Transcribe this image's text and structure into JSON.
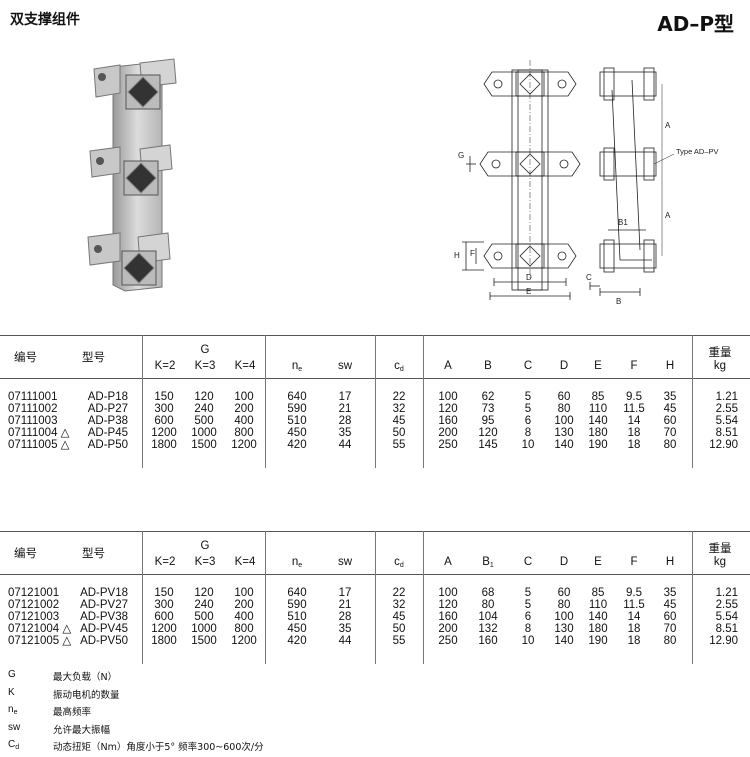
{
  "header": {
    "title": "双支撑组件",
    "model": "AD–P型"
  },
  "drawing": {
    "labels": {
      "G": "G",
      "A_top": "A",
      "A_bottom": "A",
      "type_note": "Type AD–PV",
      "B1": "B1",
      "D": "D",
      "E": "E",
      "H": "H",
      "F": "F",
      "C": "C",
      "B": "B"
    }
  },
  "table_headers": {
    "code": "编号",
    "model": "型号",
    "G": "G",
    "k2": "K=2",
    "k3": "K=3",
    "k4": "K=4",
    "ne": "n",
    "ne_sub": "e",
    "sw": "sw",
    "cd": "c",
    "cd_sub": "d",
    "A": "A",
    "C": "C",
    "D": "D",
    "E": "E",
    "F": "F",
    "H": "H",
    "weight": "重量",
    "weight_unit": "kg"
  },
  "table1": {
    "B_header": "B",
    "B_sub": "",
    "rows": [
      [
        "07111001",
        "AD-P18",
        "150",
        "120",
        "100",
        "640",
        "17",
        "22",
        "100",
        "62",
        "5",
        "60",
        "85",
        "9.5",
        "35",
        "1.21"
      ],
      [
        "07111002",
        "AD-P27",
        "300",
        "240",
        "200",
        "590",
        "21",
        "32",
        "120",
        "73",
        "5",
        "80",
        "110",
        "11.5",
        "45",
        "2.55"
      ],
      [
        "07111003",
        "AD-P38",
        "600",
        "500",
        "400",
        "510",
        "28",
        "45",
        "160",
        "95",
        "6",
        "100",
        "140",
        "14",
        "60",
        "5.54"
      ],
      [
        "07111004 △",
        "AD-P45",
        "1200",
        "1000",
        "800",
        "450",
        "35",
        "50",
        "200",
        "120",
        "8",
        "130",
        "180",
        "18",
        "70",
        "8.51"
      ],
      [
        "07111005 △",
        "AD-P50",
        "1800",
        "1500",
        "1200",
        "420",
        "44",
        "55",
        "250",
        "145",
        "10",
        "140",
        "190",
        "18",
        "80",
        "12.90"
      ]
    ]
  },
  "table2": {
    "B_header": "B",
    "B_sub": "1",
    "rows": [
      [
        "07121001",
        "AD-PV18",
        "150",
        "120",
        "100",
        "640",
        "17",
        "22",
        "100",
        "68",
        "5",
        "60",
        "85",
        "9.5",
        "35",
        "1.21"
      ],
      [
        "07121002",
        "AD-PV27",
        "300",
        "240",
        "200",
        "590",
        "21",
        "32",
        "120",
        "80",
        "5",
        "80",
        "110",
        "11.5",
        "45",
        "2.55"
      ],
      [
        "07121003",
        "AD-PV38",
        "600",
        "500",
        "400",
        "510",
        "28",
        "45",
        "160",
        "104",
        "6",
        "100",
        "140",
        "14",
        "60",
        "5.54"
      ],
      [
        "07121004 △",
        "AD-PV45",
        "1200",
        "1000",
        "800",
        "450",
        "35",
        "50",
        "200",
        "132",
        "8",
        "130",
        "180",
        "18",
        "70",
        "8.51"
      ],
      [
        "07121005 △",
        "AD-PV50",
        "1800",
        "1500",
        "1200",
        "420",
        "44",
        "55",
        "250",
        "160",
        "10",
        "140",
        "190",
        "18",
        "80",
        "12.90"
      ]
    ]
  },
  "legend": [
    {
      "sym": "G",
      "sub": "",
      "text": "最大负载（N）"
    },
    {
      "sym": "K",
      "sub": "",
      "text": "振动电机的数量"
    },
    {
      "sym": "n",
      "sub": "e",
      "text": "最高频率"
    },
    {
      "sym": "sw",
      "sub": "",
      "text": "允许最大振幅"
    },
    {
      "sym": "C",
      "sub": "d",
      "text": "动态扭矩（Nm）角度小于5°  频率300~600次/分"
    }
  ]
}
